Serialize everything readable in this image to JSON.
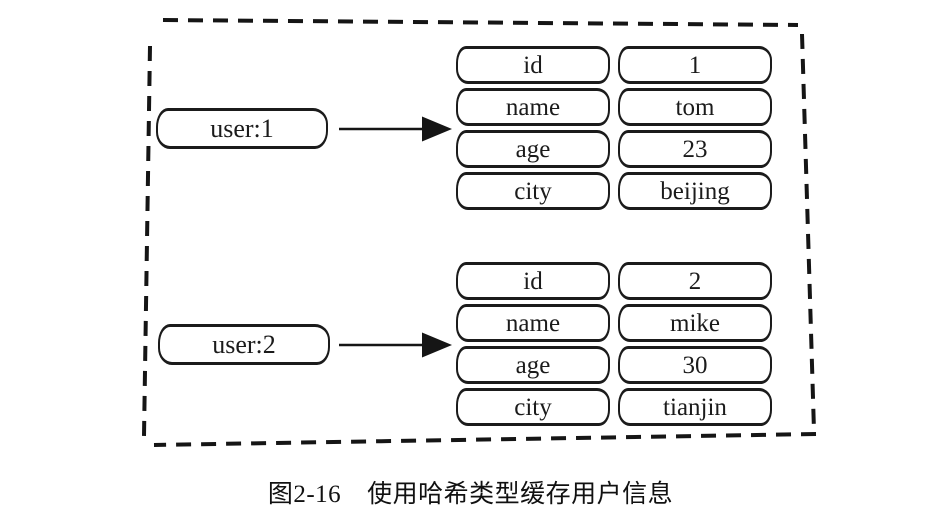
{
  "figure": {
    "caption_label": "图2-16",
    "caption_text": "使用哈希类型缓存用户信息"
  },
  "colors": {
    "ink": "#1b1b1b",
    "background": "#ffffff"
  },
  "entries": [
    {
      "key": "user:1",
      "fields": [
        {
          "field": "id",
          "value": "1"
        },
        {
          "field": "name",
          "value": "tom"
        },
        {
          "field": "age",
          "value": "23"
        },
        {
          "field": "city",
          "value": "beijing"
        }
      ]
    },
    {
      "key": "user:2",
      "fields": [
        {
          "field": "id",
          "value": "2"
        },
        {
          "field": "name",
          "value": "mike"
        },
        {
          "field": "age",
          "value": "30"
        },
        {
          "field": "city",
          "value": "tianjin"
        }
      ]
    }
  ]
}
